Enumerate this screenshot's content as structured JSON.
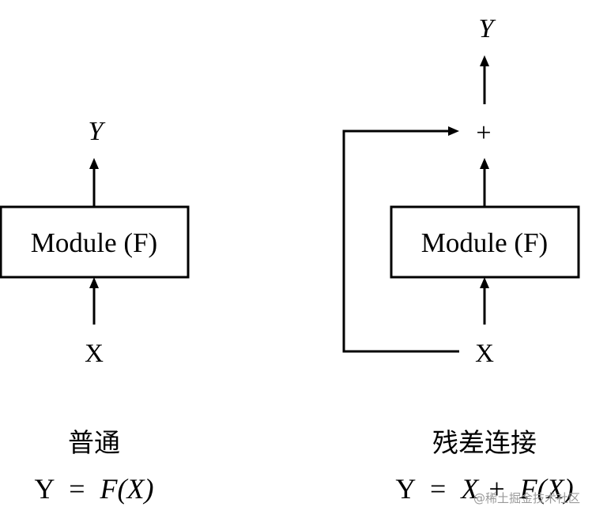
{
  "left_diagram": {
    "module_label": "Module (F)",
    "output_label": "Y",
    "input_label": "X",
    "caption": "普通",
    "formula": {
      "lhs": "Y",
      "eq": "=",
      "rhs": "F(X)"
    }
  },
  "right_diagram": {
    "module_label": "Module (F)",
    "output_label": "Y",
    "input_label": "X",
    "sum_symbol": "+",
    "caption": "残差连接",
    "formula": {
      "lhs": "Y",
      "eq": "=",
      "rhs_x": "X",
      "plus": "+",
      "rhs_f": "F(X)"
    }
  },
  "watermark": "@稀土掘金技术社区"
}
